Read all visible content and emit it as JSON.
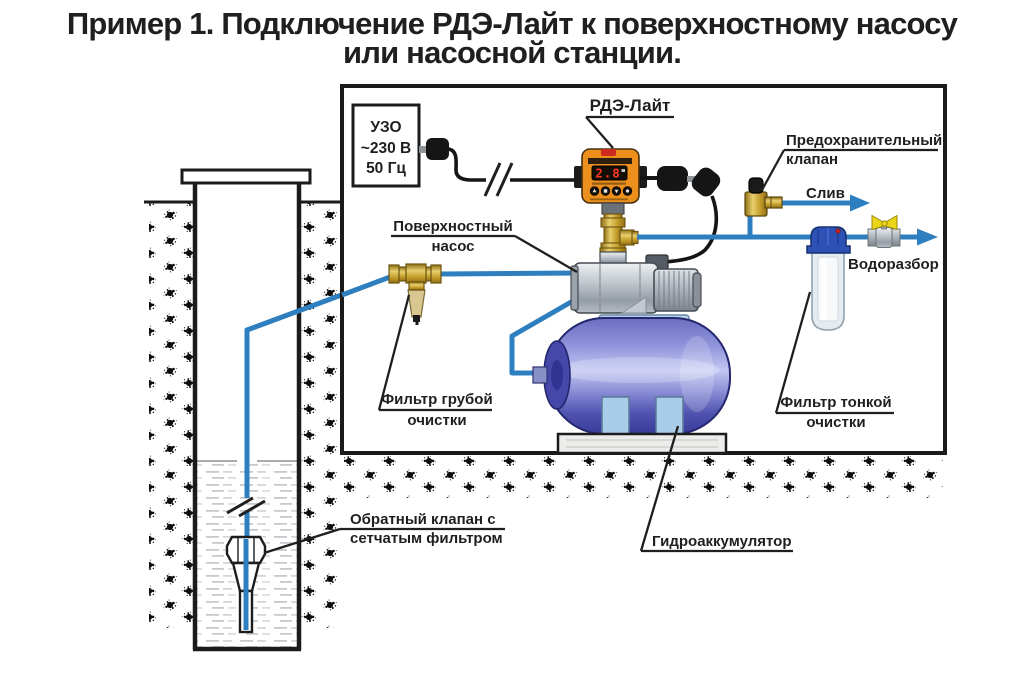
{
  "title": {
    "line1": "Пример 1. Подключение РДЭ-Лайт к поверхностному насосу",
    "line2": "или насосной станции."
  },
  "power_box": {
    "line1": "УЗО",
    "line2": "~230 В",
    "line3": "50 Гц"
  },
  "device": {
    "label": "РДЭ-Лайт",
    "display_value": "2.8"
  },
  "labels": {
    "surface_pump_1": "Поверхностный",
    "surface_pump_2": "насос",
    "safety_valve_1": "Предохранительный",
    "safety_valve_2": "клапан",
    "drain": "Слив",
    "water_outlet": "Водоразбор",
    "coarse_filter_1": "Фильтр грубой",
    "coarse_filter_2": "очистки",
    "fine_filter_1": "Фильтр тонкой",
    "fine_filter_2": "очистки",
    "check_valve_1": "Обратный клапан с",
    "check_valve_2": "сетчатым фильтром",
    "accumulator": "Гидроаккумулятор"
  },
  "colors": {
    "pipe": "#2e7fc0",
    "cable": "#151515",
    "device_body": "#ec8f1d",
    "display_digits": "#ff3a22",
    "brass": "#c49b2a",
    "tank_blue": "#5a5eb8",
    "filter_cap_blue": "#2d51b4",
    "valve_handle_yellow": "#ecd419",
    "text": "#1f1f1f",
    "outline": "#1b1b1b"
  }
}
